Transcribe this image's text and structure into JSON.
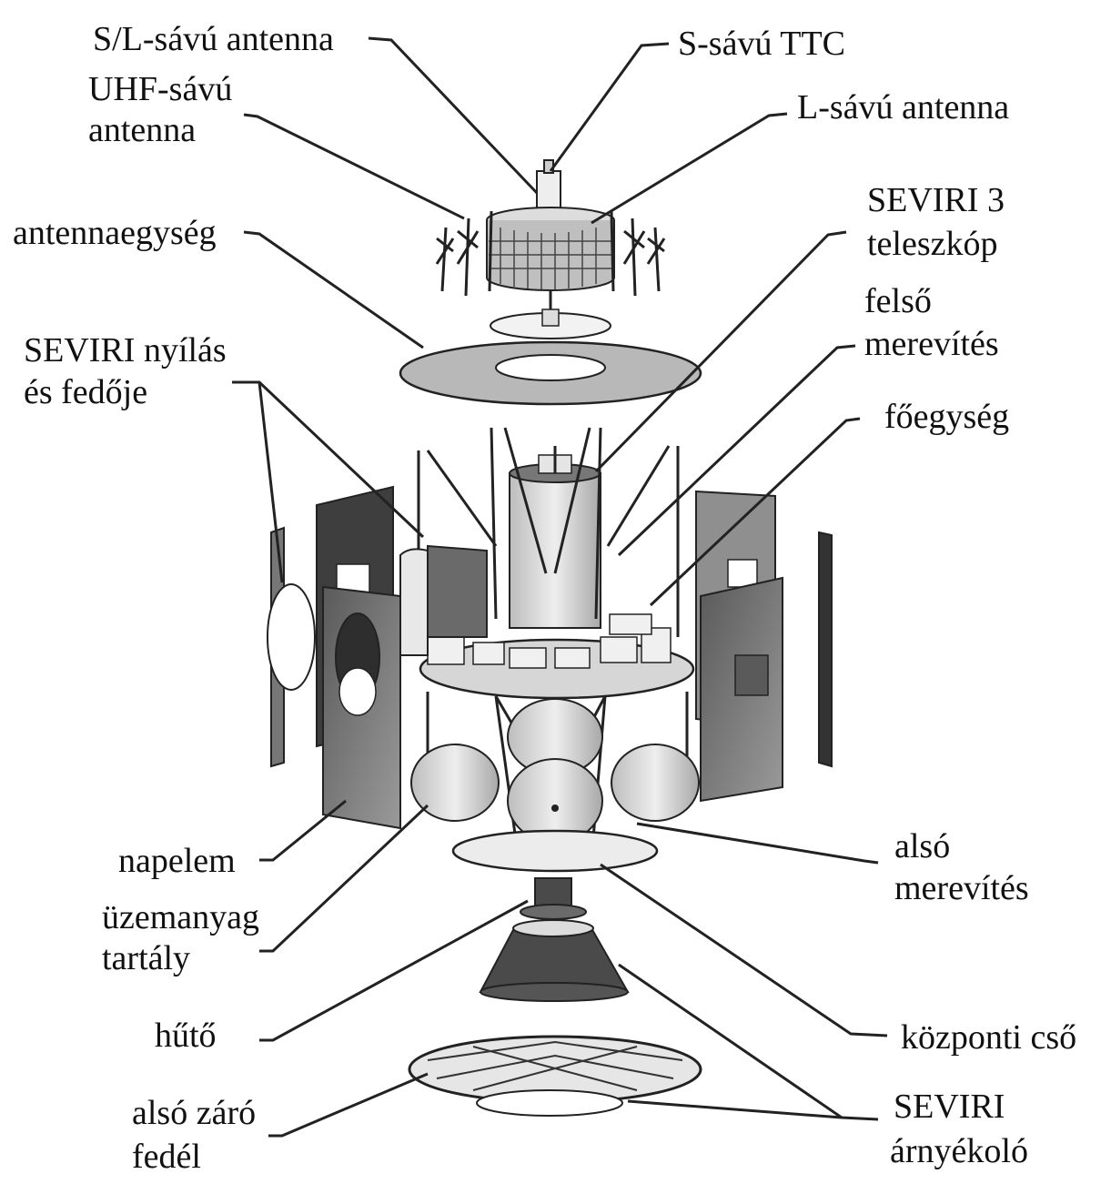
{
  "labels": {
    "sl_antenna": "S/L-sávú antenna",
    "s_ttc": "S-sávú TTC",
    "uhf_line1": "UHF-sávú",
    "uhf_line2": "antenna",
    "l_antenna": "L-sávú antenna",
    "antenna_unit": "antennaegység",
    "seviri_tel_line1": "SEVIRI 3",
    "seviri_tel_line2": "teleszkóp",
    "upper_strut_line1": "felső",
    "upper_strut_line2": "merevítés",
    "seviri_aperture_line1": "SEVIRI nyílás",
    "seviri_aperture_line2": "és fedője",
    "main_unit": "főegység",
    "solar_cell": "napelem",
    "lower_strut_line1": "alsó",
    "lower_strut_line2": "merevítés",
    "fuel_tank_line1": "üzemanyag",
    "fuel_tank_line2": "tartály",
    "cooler": "hűtő",
    "central_tube": "központi cső",
    "bottom_cover_line1": "alsó záró",
    "bottom_cover_line2": "fedél",
    "seviri_shield_line1": "SEVIRI",
    "seviri_shield_line2": "árnyékoló"
  },
  "colors": {
    "panel_dark": "#4a4a4a",
    "panel_mid": "#8c8c8c",
    "panel_light": "#c8c8c8",
    "outline": "#222222"
  }
}
